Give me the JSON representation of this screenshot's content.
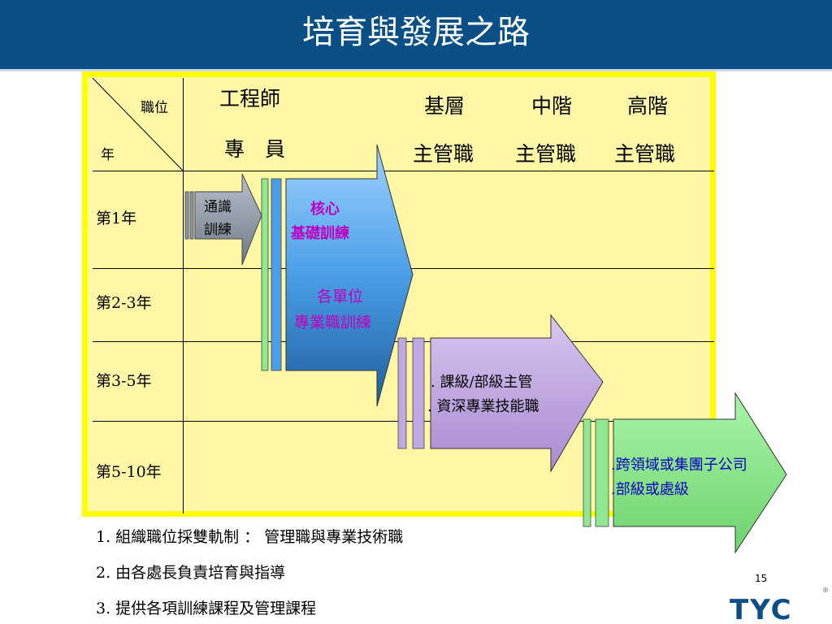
{
  "title": "培育與發展之路",
  "header_cells": {
    "position_label": "職位",
    "year_label": "年",
    "engineer_line1": "工程師",
    "engineer_line2": "專　員",
    "basic_line1": "基層",
    "basic_line2": "主管職",
    "middle_line1": "中階",
    "middle_line2": "主管職",
    "senior_line1": "高階",
    "senior_line2": "主管職"
  },
  "rows": [
    "第1年",
    "第2-3年",
    "第3-5年",
    "第5-10年"
  ],
  "arrows": {
    "general": {
      "line1": "通識",
      "line2": "訓練",
      "color": "#8c96a6"
    },
    "core": {
      "line1": "核心",
      "line2": "基礎訓練",
      "text_color": "#c000c0"
    },
    "unit": {
      "line1": "各單位",
      "line2": "專業職訓練",
      "text_color": "#c000c0"
    },
    "manager": {
      "line1": ". 課級/部級主管",
      "line2": ". 資深專業技能職",
      "color": "#c0a8e0"
    },
    "cross": {
      "line1": ".跨領域或集團子公司",
      "line2": ".部級或處級",
      "color": "#8fe88f",
      "text_color": "#0000c0"
    }
  },
  "notes": [
    "1. 組織職位採雙軌制 ： 管理職與專業技術職",
    "2. 由各處長負責培育與指導",
    "3. 提供各項訓練課程及管理課程"
  ],
  "page_number": "15",
  "logo_text": "TYC",
  "registered_mark": "®"
}
